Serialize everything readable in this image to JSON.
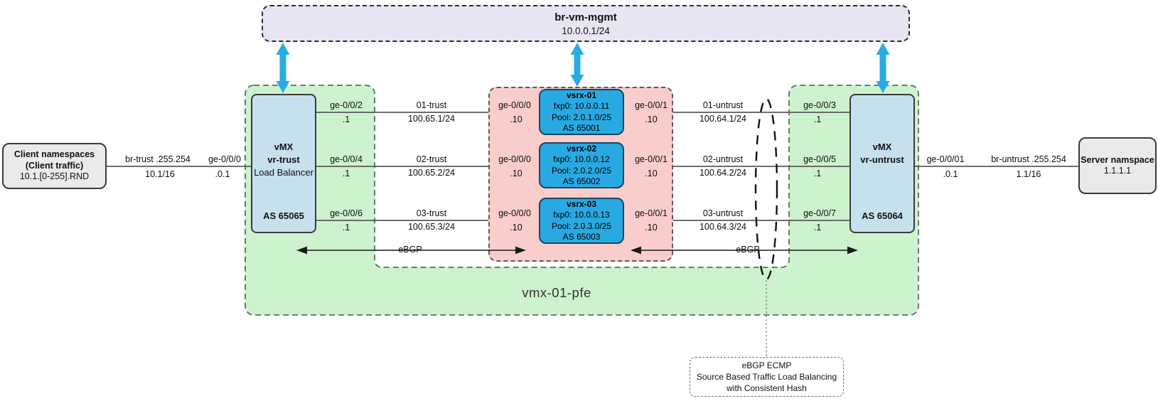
{
  "mgmt": {
    "name": "br-vm-mgmt",
    "ip": "10.0.0.1/24"
  },
  "client": {
    "line1": "Client namespaces",
    "line2": "(Client traffic)",
    "line3": "10.1.[0-255].RND"
  },
  "server": {
    "line1": "Server namspace",
    "line2": "1.1.1.1"
  },
  "vmx_trust": {
    "title": "vMX",
    "role": "vr-trust",
    "function": "Load Balancer",
    "asn": "AS 65065"
  },
  "vmx_untrust": {
    "title": "vMX",
    "role": "vr-untrust",
    "asn": "AS 65064"
  },
  "pfe_label": "vmx-01-pfe",
  "ebgp_left_label": "eBGP",
  "ebgp_right_label": "eBGP",
  "vsrx": [
    {
      "name": "vsrx-01",
      "fxp0": "fxp0: 10.0.0.11",
      "pool": "Pool: 2.0.1.0/25",
      "asn": "AS 65001"
    },
    {
      "name": "vsrx-02",
      "fxp0": "fxp0: 10.0.0.12",
      "pool": "Pool: 2.0.2.0/25",
      "asn": "AS 65002"
    },
    {
      "name": "vsrx-03",
      "fxp0": "fxp0: 10.0.0.13",
      "pool": "Pool: 2.0.3.0/25",
      "asn": "AS 65003"
    }
  ],
  "links": {
    "client": {
      "name": "br-trust .255.254",
      "subnet": "10.1/16",
      "vmx_if": "ge-0/0/0",
      "vmx_ip": ".0.1"
    },
    "server": {
      "vmx_if": "ge-0/0/01",
      "vmx_ip": ".0.1",
      "name": "br-untrust .255.254",
      "subnet": "1.1/16"
    },
    "trust": [
      {
        "vmx_if": "ge-0/0/2",
        "vmx_ip": ".1",
        "net": "01-trust",
        "subnet": "100.65.1/24",
        "vsrx_if": "ge-0/0/0",
        "vsrx_ip": ".10"
      },
      {
        "vmx_if": "ge-0/0/4",
        "vmx_ip": ".1",
        "net": "02-trust",
        "subnet": "100.65.2/24",
        "vsrx_if": "ge-0/0/0",
        "vsrx_ip": ".10"
      },
      {
        "vmx_if": "ge-0/0/6",
        "vmx_ip": ".1",
        "net": "03-trust",
        "subnet": "100.65.3/24",
        "vsrx_if": "ge-0/0/0",
        "vsrx_ip": ".10"
      }
    ],
    "untrust": [
      {
        "vsrx_if": "ge-0/0/1",
        "vsrx_ip": ".10",
        "net": "01-untrust",
        "subnet": "100.64.1/24",
        "vmx_if": "ge-0/0/3",
        "vmx_ip": ".1"
      },
      {
        "vsrx_if": "ge-0/0/1",
        "vsrx_ip": ".10",
        "net": "02-untrust",
        "subnet": "100.64.2/24",
        "vmx_if": "ge-0/0/5",
        "vmx_ip": ".1"
      },
      {
        "vsrx_if": "ge-0/0/1",
        "vsrx_ip": ".10",
        "net": "03-untrust",
        "subnet": "100.64.3/24",
        "vmx_if": "ge-0/0/7",
        "vmx_ip": ".1"
      }
    ]
  },
  "note": {
    "line1": "eBGP ECMP",
    "line2": "Source Based Traffic Load Balancing",
    "line3": "with Consistent Hash"
  },
  "colors": {
    "zone_green": "#CDF3CE",
    "zone_pink": "#F9CDCC",
    "vsrx_blue": "#29A9E2",
    "vmx_blue": "#C7E0EE",
    "mgmt_lavender": "#E9E4F2",
    "namespace_gray": "#EAEAEA",
    "mgmt_arrow_cyan": "#29ABE2",
    "link_line_gray": "#595959"
  }
}
